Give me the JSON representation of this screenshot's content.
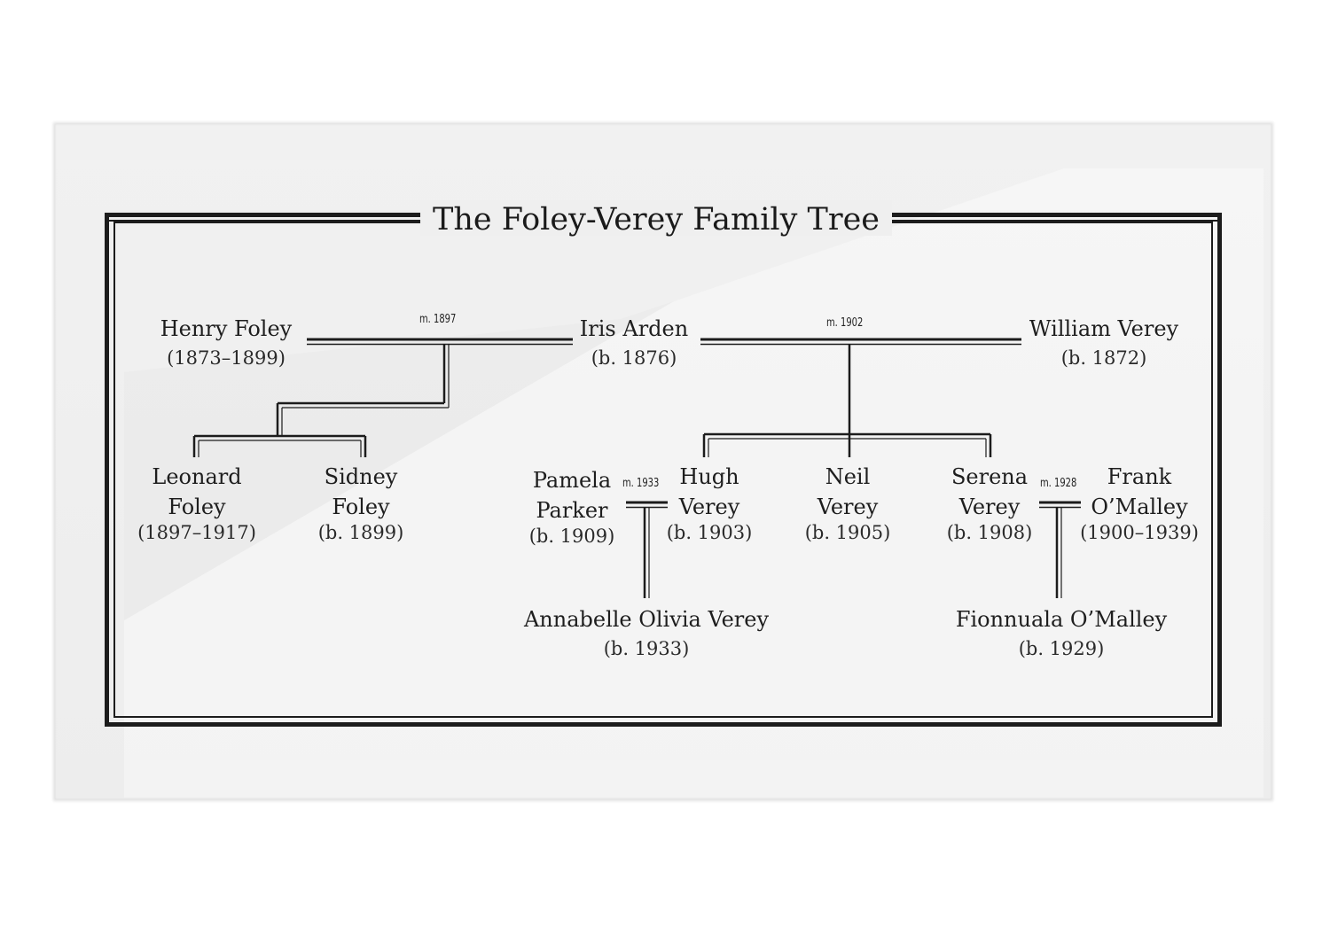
{
  "title": "The Foley-Verey Family Tree",
  "people": [
    {
      "id": "henry-foley",
      "name": "Henry Foley",
      "dates": "(1873–1899)"
    },
    {
      "id": "iris-arden",
      "name": "Iris Arden",
      "dates": "(b. 1876)"
    },
    {
      "id": "william-verey",
      "name": "William Verey",
      "dates": "(b. 1872)"
    },
    {
      "id": "leonard-foley",
      "name_1": "Leonard",
      "name_2": "Foley",
      "dates": "(1897–1917)"
    },
    {
      "id": "sidney-foley",
      "name_1": "Sidney",
      "name_2": "Foley",
      "dates": "(b. 1899)"
    },
    {
      "id": "pamela-parker",
      "name_1": "Pamela",
      "name_2": "Parker",
      "dates": "(b. 1909)"
    },
    {
      "id": "hugh-verey",
      "name_1": "Hugh",
      "name_2": "Verey",
      "dates": "(b. 1903)"
    },
    {
      "id": "neil-verey",
      "name_1": "Neil",
      "name_2": "Verey",
      "dates": "(b. 1905)"
    },
    {
      "id": "serena-verey",
      "name_1": "Serena",
      "name_2": "Verey",
      "dates": "(b. 1908)"
    },
    {
      "id": "frank-omalley",
      "name_1": "Frank",
      "name_2": "O’Malley",
      "dates": "(1900–1939)"
    },
    {
      "id": "annabelle-verey",
      "name": "Annabelle Olivia Verey",
      "dates": "(b. 1933)"
    },
    {
      "id": "fionnuala-omalley",
      "name": "Fionnuala O’Malley",
      "dates": "(b. 1929)"
    }
  ],
  "marriages": [
    {
      "id": "henry-iris",
      "label": "m. 1897"
    },
    {
      "id": "iris-william",
      "label": "m. 1902"
    },
    {
      "id": "pamela-hugh",
      "label": "m. 1933"
    },
    {
      "id": "serena-frank",
      "label": "m. 1928"
    }
  ]
}
